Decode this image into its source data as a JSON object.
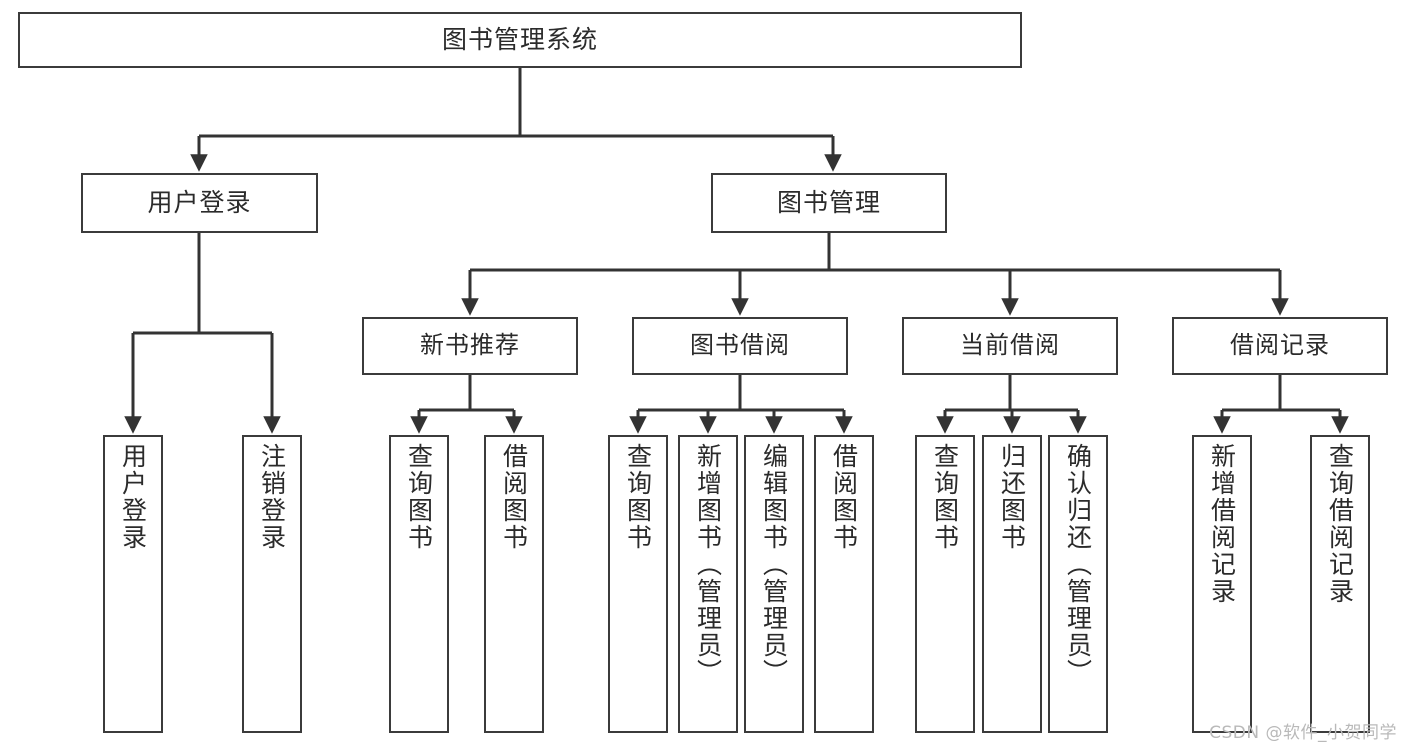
{
  "diagram": {
    "type": "tree",
    "title": "图书管理系统",
    "style": {
      "border_color": "#3b3b3b",
      "fill_color": "#ffffff",
      "text_color": "#2b2b2b",
      "watermark_color": "#b9b9b9"
    },
    "root": {
      "label": "图书管理系统"
    },
    "level2": [
      {
        "label": "用户登录"
      },
      {
        "label": "图书管理"
      }
    ],
    "level3": [
      {
        "label": "新书推荐"
      },
      {
        "label": "图书借阅"
      },
      {
        "label": "当前借阅"
      },
      {
        "label": "借阅记录"
      }
    ],
    "leaves": {
      "user_login": [
        {
          "label": "用户登录"
        },
        {
          "label": "注销登录"
        }
      ],
      "new_book_recommend": [
        {
          "label": "查询图书"
        },
        {
          "label": "借阅图书"
        }
      ],
      "book_borrow": [
        {
          "label": "查询图书"
        },
        {
          "label": "新增图书（管理员）"
        },
        {
          "label": "编辑图书（管理员）"
        },
        {
          "label": "借阅图书"
        }
      ],
      "current_borrow": [
        {
          "label": "查询图书"
        },
        {
          "label": "归还图书"
        },
        {
          "label": "确认归还（管理员）"
        }
      ],
      "borrow_records": [
        {
          "label": "新增借阅记录"
        },
        {
          "label": "查询借阅记录"
        }
      ]
    }
  },
  "watermark": {
    "text": "CSDN @软件_小贺同学"
  }
}
